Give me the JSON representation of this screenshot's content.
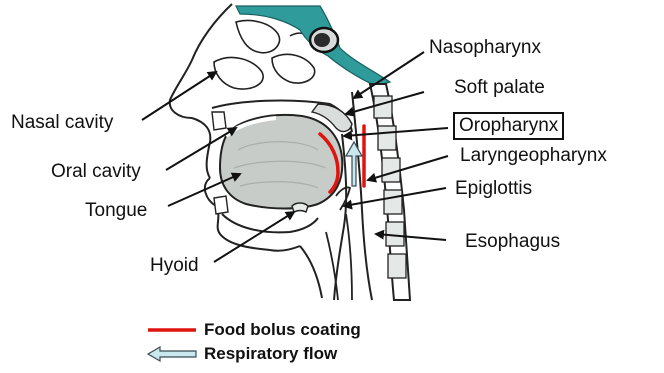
{
  "labels": {
    "nasopharynx": "Nasopharynx",
    "soft_palate": "Soft palate",
    "oropharynx": "Oropharynx",
    "laryngeopharynx": "Laryngeopharynx",
    "epiglottis": "Epiglottis",
    "esophagus": "Esophagus",
    "nasal_cavity": "Nasal cavity",
    "oral_cavity": "Oral cavity",
    "tongue": "Tongue",
    "hyoid": "Hyoid"
  },
  "legend": {
    "food_bolus": "Food bolus coating",
    "respiratory": "Respiratory flow"
  },
  "colors": {
    "bolus": "#e0140f",
    "respiratory_fill": "#c9e9ee",
    "respiratory_stroke": "#3a4a52",
    "mucosa": "#2f9b9b",
    "tongue": "#c8ccc9",
    "outline": "#222222"
  }
}
